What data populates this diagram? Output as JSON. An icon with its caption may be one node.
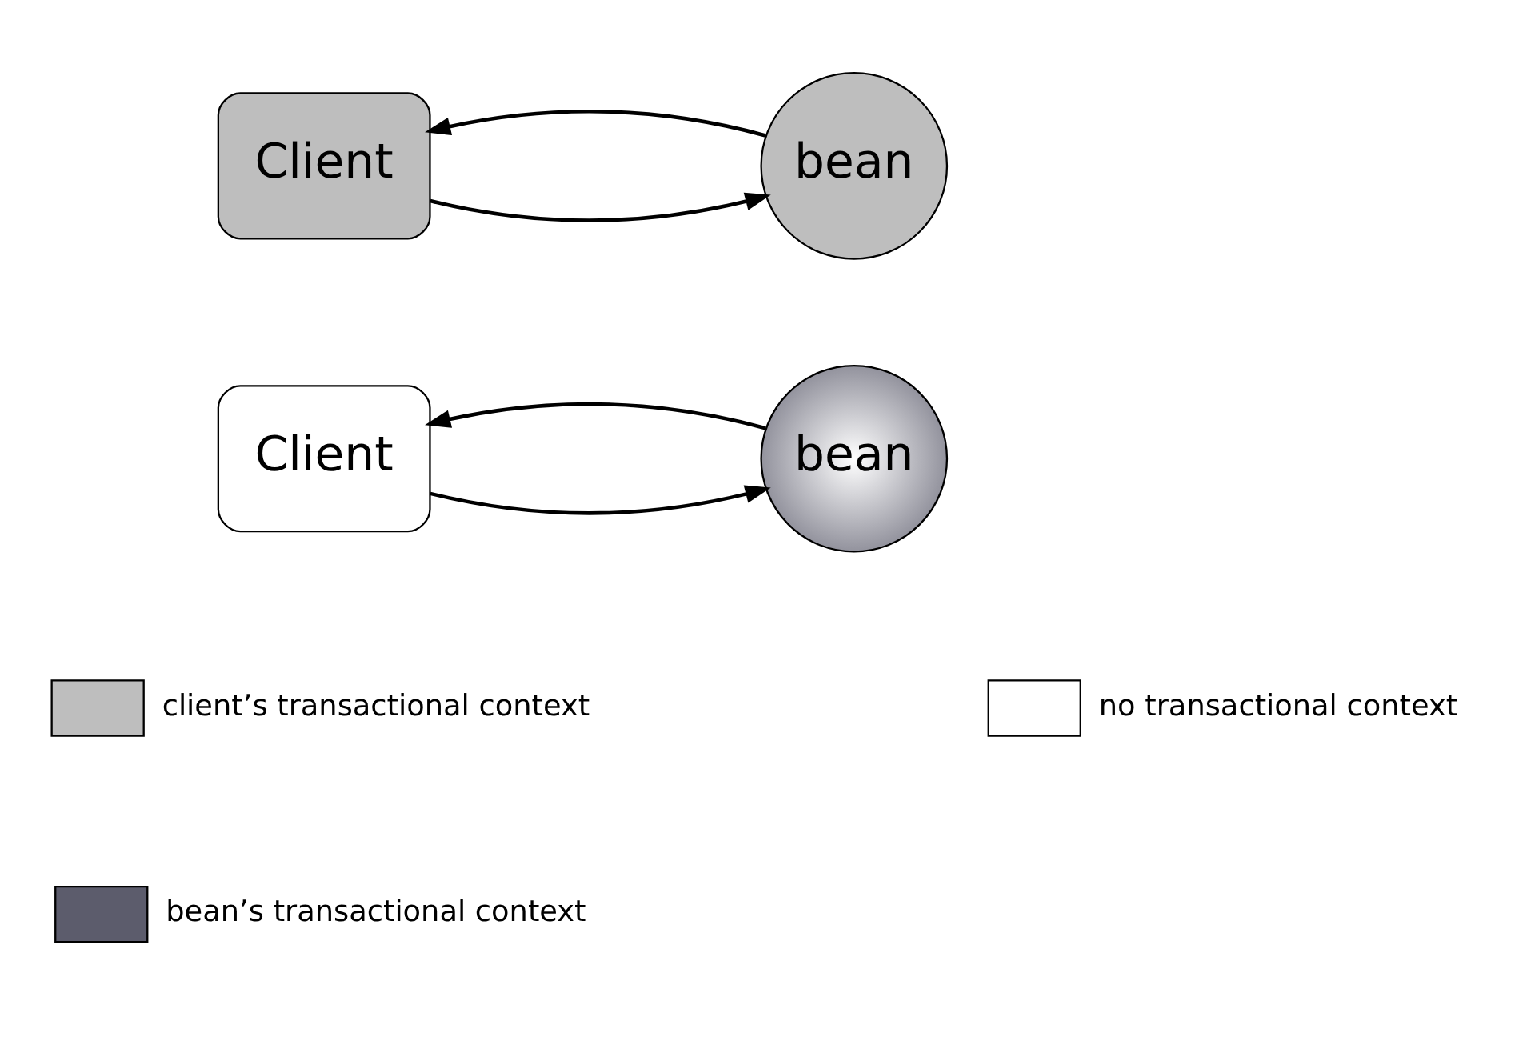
{
  "diagram": {
    "nodes": [
      {
        "text": [
          "Client"
        ]
      },
      {
        "text": [
          "bean"
        ]
      },
      {
        "text": [
          "Client"
        ]
      },
      {
        "text": [
          "bean"
        ]
      }
    ],
    "edges": [
      {
        "from": 0,
        "to": 1,
        "arrow": "to"
      },
      {
        "from": 1,
        "to": 0,
        "arrow": "to"
      },
      {
        "from": 2,
        "to": 3,
        "arrow": "to"
      },
      {
        "from": 3,
        "to": 2,
        "arrow": "to"
      }
    ],
    "legend": [
      {
        "text": "client’s transactional context",
        "color": "#bebebe"
      },
      {
        "text": "no transactional context",
        "color": "#ffffff"
      },
      {
        "text": "bean’s transactional context",
        "color": "#5c5c6c"
      }
    ]
  }
}
